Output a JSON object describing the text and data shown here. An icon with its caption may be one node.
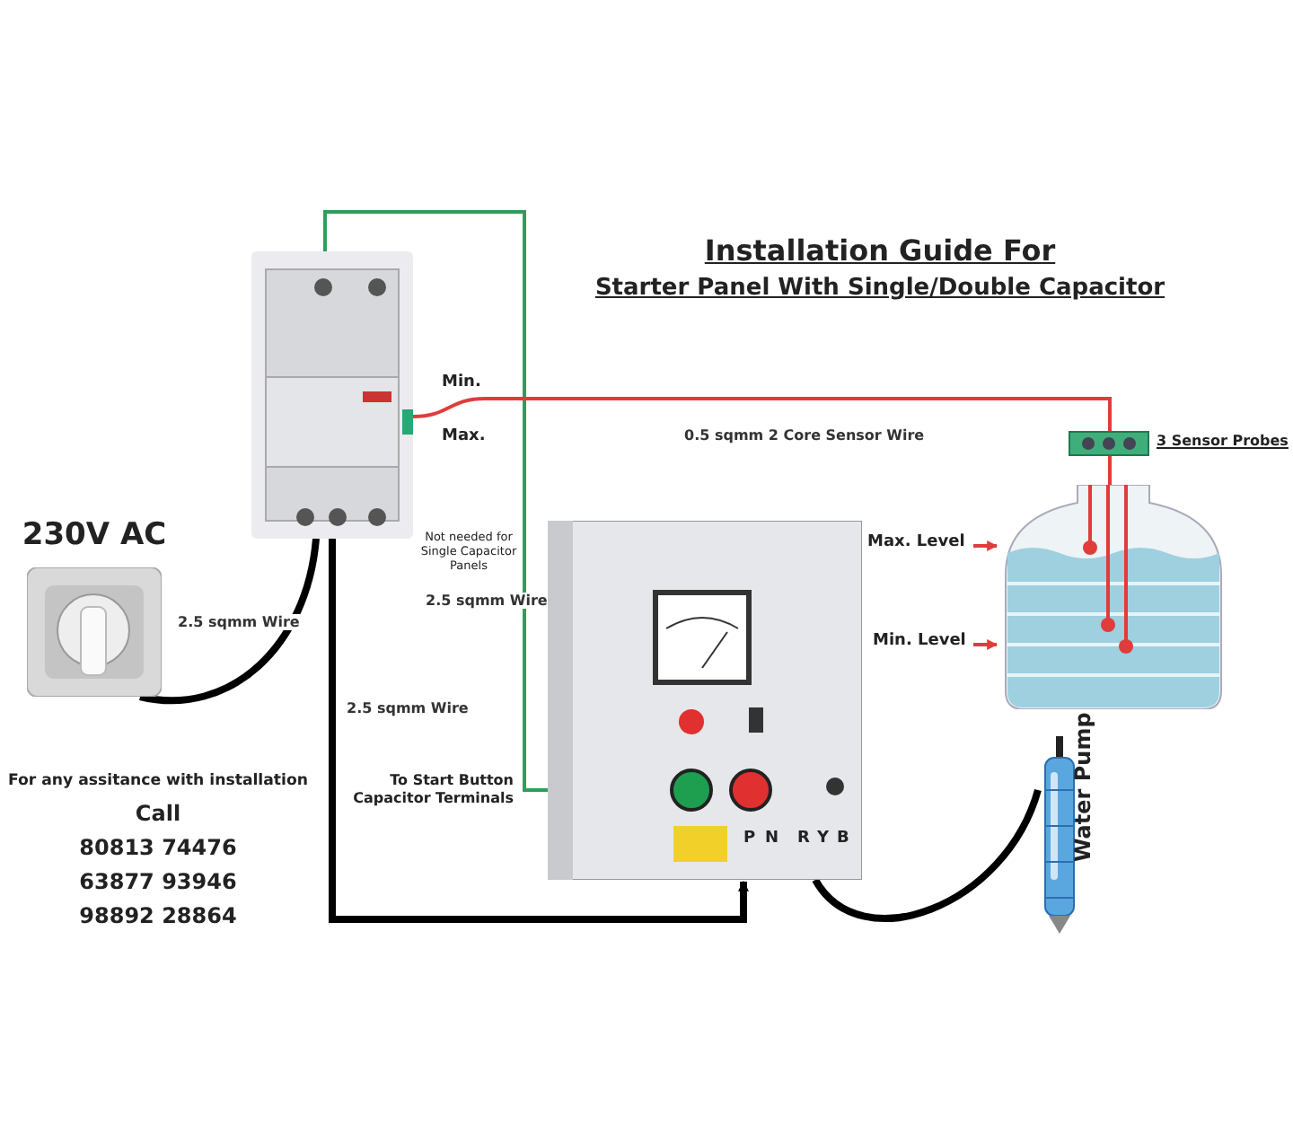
{
  "diagram": {
    "title": "Installation Guide For",
    "nodes": [
      {
        "text": [],
        "shape": "picture"
      },
      {
        "text": [
          "230V AC"
        ]
      },
      {
        "text": [],
        "shape": "picture"
      },
      {
        "text": [],
        "shape": "picture"
      },
      {
        "text": [],
        "shape": "box",
        "beside": [
          "3 Sensor Probes"
        ]
      },
      {
        "text": [],
        "shape": "picture",
        "beside": [
          "Water Pump"
        ]
      },
      {
        "text": [
          "Max. Level"
        ]
      },
      {
        "text": [
          "Min. Level"
        ]
      }
    ],
    "edges": [
      {
        "from": 1,
        "to": 0,
        "arrow": "none",
        "label": "2.5 sqmm Wire",
        "style": "thick",
        "color": "#000000"
      },
      {
        "from": 0,
        "to": 2,
        "arrow": "to",
        "label": "2.5 sqmm Wire",
        "style": "thick",
        "color": "#000000"
      },
      {
        "from": 0,
        "to": 2,
        "arrow": "none",
        "label": "2.5 sqmm Wire",
        "color": "#2e9e5b"
      },
      {
        "from": 0,
        "to": 4,
        "arrow": "none",
        "label": "0.5 sqmm 2 Core Sensor Wire",
        "color": "#e03c3c"
      },
      {
        "from": 2,
        "to": 5,
        "arrow": "none",
        "style": "thick",
        "color": "#000000"
      },
      {
        "from": 4,
        "to": 3,
        "arrow": "none",
        "color": "#e03c3c"
      },
      {
        "from": 6,
        "to": 3,
        "arrow": "to",
        "color": "#e03c3c"
      },
      {
        "from": 7,
        "to": 3,
        "arrow": "to",
        "color": "#e03c3c"
      }
    ],
    "labels": [
      "Starter Panel With Single/Double Capacitor",
      "Min.",
      "Max.",
      "Not needed for Single Capacitor Panels",
      "To Start Button Capacitor Terminals",
      "P",
      "N",
      "R",
      "Y",
      "B",
      "For any assitance with installation",
      "Call",
      "80813 74476",
      "63877 93946",
      "98892 28864"
    ]
  }
}
